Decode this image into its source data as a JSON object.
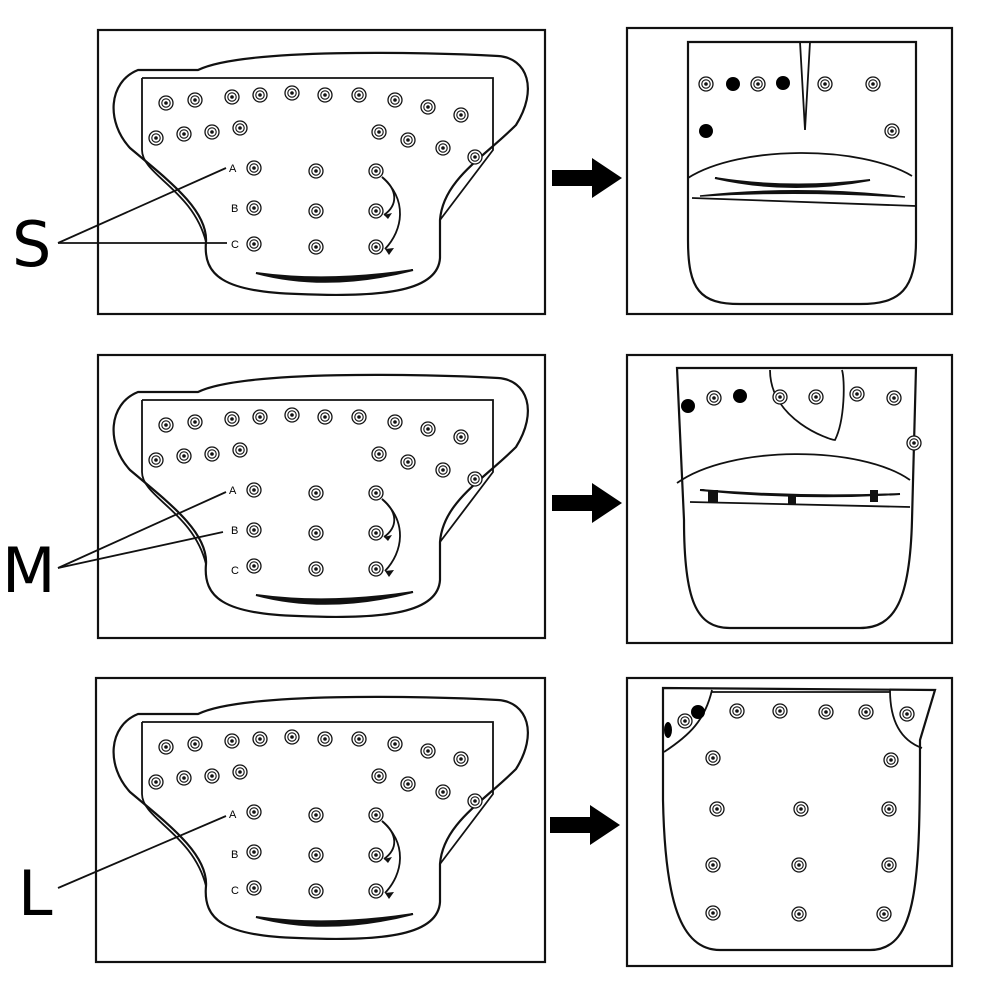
{
  "colors": {
    "ink": "#111111",
    "background": "#ffffff"
  },
  "sizes": [
    {
      "letter": "S",
      "row_labels": [
        "A",
        "B",
        "C"
      ]
    },
    {
      "letter": "M",
      "row_labels": [
        "A",
        "B",
        "C"
      ]
    },
    {
      "letter": "L",
      "row_labels": [
        "A",
        "B",
        "C"
      ]
    }
  ]
}
